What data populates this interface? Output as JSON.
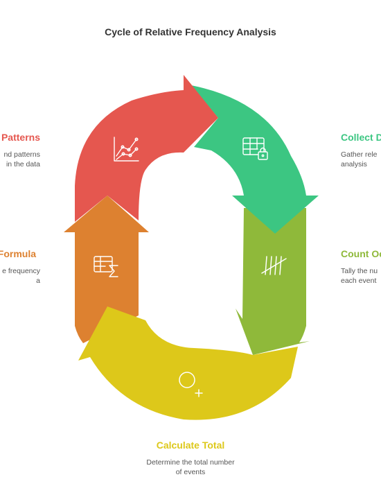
{
  "title": "Cycle of Relative Frequency Analysis",
  "colors": {
    "red": "#E5574F",
    "green": "#3CC682",
    "olive": "#8FB93A",
    "yellow": "#DDC81A",
    "orange": "#DD8130",
    "icon_stroke": "#ffffff"
  },
  "steps": [
    {
      "id": "patterns",
      "title": "Patterns",
      "desc": "nd patterns\n in the data",
      "color": "#E5574F",
      "icon": "line-chart-icon"
    },
    {
      "id": "collect",
      "title": "Collect D",
      "desc": "Gather rele\nanalysis",
      "color": "#3CC682",
      "icon": "table-lock-icon"
    },
    {
      "id": "count",
      "title": "Count Oc",
      "desc": "Tally the nu\neach event",
      "color": "#8FB93A",
      "icon": "tally-marks-icon"
    },
    {
      "id": "total",
      "title": "Calculate Total",
      "desc": "Determine the total number\nof events",
      "color": "#DDC81A",
      "icon": "circle-plus-icon"
    },
    {
      "id": "formula",
      "title": "Formula",
      "desc": "e frequency\na",
      "color": "#DD8130",
      "icon": "table-sigma-icon"
    }
  ]
}
